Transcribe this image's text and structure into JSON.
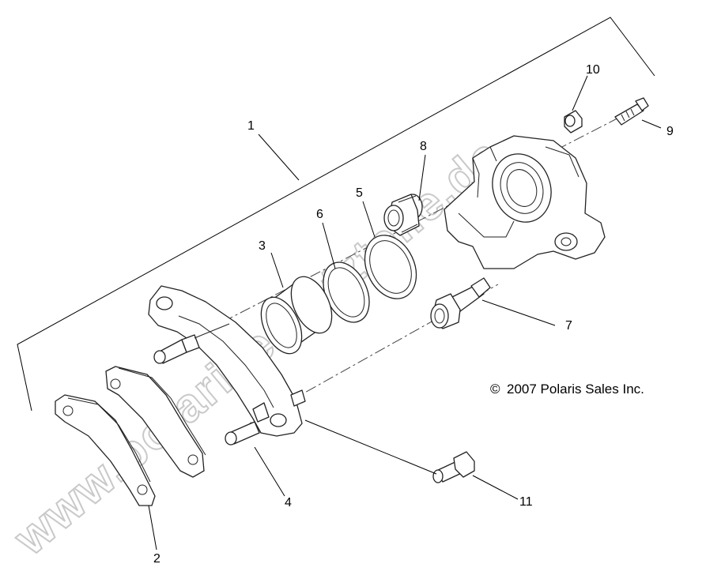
{
  "diagram": {
    "callouts": {
      "c1": "1",
      "c2": "2",
      "c3": "3",
      "c4": "4",
      "c5": "5",
      "c6": "6",
      "c7": "7",
      "c8": "8",
      "c9": "9",
      "c10": "10",
      "c11": "11"
    },
    "copyright_symbol": "©",
    "copyright_text": "2007 Polaris Sales Inc.",
    "watermark": "www.polarisersatzteile.de",
    "colors": {
      "line": "#222222",
      "background": "#ffffff",
      "watermark_outline": "#c9c9c9"
    }
  }
}
